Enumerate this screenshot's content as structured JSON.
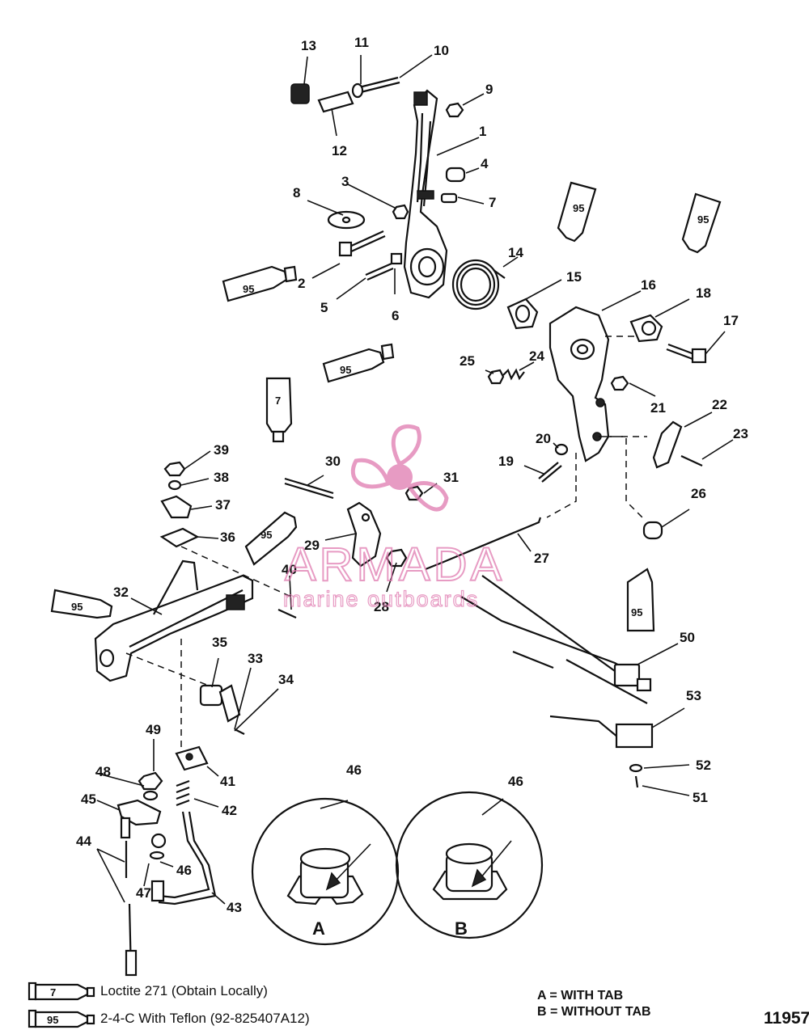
{
  "callouts": [
    {
      "id": "c1",
      "label": "1"
    },
    {
      "id": "c2",
      "label": "2"
    },
    {
      "id": "c3",
      "label": "3"
    },
    {
      "id": "c4",
      "label": "4"
    },
    {
      "id": "c5",
      "label": "5"
    },
    {
      "id": "c6",
      "label": "6"
    },
    {
      "id": "c7",
      "label": "7"
    },
    {
      "id": "c8",
      "label": "8"
    },
    {
      "id": "c9",
      "label": "9"
    },
    {
      "id": "c10",
      "label": "10"
    },
    {
      "id": "c11",
      "label": "11"
    },
    {
      "id": "c12",
      "label": "12"
    },
    {
      "id": "c13",
      "label": "13"
    },
    {
      "id": "c14",
      "label": "14"
    },
    {
      "id": "c15",
      "label": "15"
    },
    {
      "id": "c16",
      "label": "16"
    },
    {
      "id": "c17",
      "label": "17"
    },
    {
      "id": "c18",
      "label": "18"
    },
    {
      "id": "c19",
      "label": "19"
    },
    {
      "id": "c20",
      "label": "20"
    },
    {
      "id": "c21",
      "label": "21"
    },
    {
      "id": "c22",
      "label": "22"
    },
    {
      "id": "c23",
      "label": "23"
    },
    {
      "id": "c24",
      "label": "24"
    },
    {
      "id": "c25",
      "label": "25"
    },
    {
      "id": "c26",
      "label": "26"
    },
    {
      "id": "c27",
      "label": "27"
    },
    {
      "id": "c28",
      "label": "28"
    },
    {
      "id": "c29",
      "label": "29"
    },
    {
      "id": "c30",
      "label": "30"
    },
    {
      "id": "c31",
      "label": "31"
    },
    {
      "id": "c32",
      "label": "32"
    },
    {
      "id": "c33",
      "label": "33"
    },
    {
      "id": "c34",
      "label": "34"
    },
    {
      "id": "c35",
      "label": "35"
    },
    {
      "id": "c36",
      "label": "36"
    },
    {
      "id": "c37",
      "label": "37"
    },
    {
      "id": "c38",
      "label": "38"
    },
    {
      "id": "c39",
      "label": "39"
    },
    {
      "id": "c40",
      "label": "40"
    },
    {
      "id": "c41",
      "label": "41"
    },
    {
      "id": "c42",
      "label": "42"
    },
    {
      "id": "c43",
      "label": "43"
    },
    {
      "id": "c44",
      "label": "44"
    },
    {
      "id": "c45",
      "label": "45"
    },
    {
      "id": "c46a",
      "label": "46"
    },
    {
      "id": "c46b",
      "label": "46"
    },
    {
      "id": "c46c",
      "label": "46"
    },
    {
      "id": "c47",
      "label": "47"
    },
    {
      "id": "c48",
      "label": "48"
    },
    {
      "id": "c49",
      "label": "49"
    },
    {
      "id": "c50",
      "label": "50"
    },
    {
      "id": "c51",
      "label": "51"
    },
    {
      "id": "c52",
      "label": "52"
    },
    {
      "id": "c53",
      "label": "53"
    }
  ],
  "tubes": {
    "t95a": "95",
    "t95b": "95",
    "t95c": "95",
    "t95d": "95",
    "t95e": "95",
    "t95f": "95",
    "t95g": "95",
    "t7a": "7"
  },
  "details": {
    "a_label": "A",
    "b_label": "B"
  },
  "legend": {
    "item1_symbol": "7",
    "item1_text": "Loctite 271 (Obtain Locally)",
    "item2_symbol": "95",
    "item2_text": "2-4-C  With Teflon (92-825407A12)"
  },
  "key": {
    "a": "A = WITH TAB",
    "b": "B = WITHOUT TAB"
  },
  "figure_number": "11957",
  "watermark": {
    "brand": "ARMADA",
    "tagline": "marine outboards",
    "color": "#e07ab0"
  }
}
